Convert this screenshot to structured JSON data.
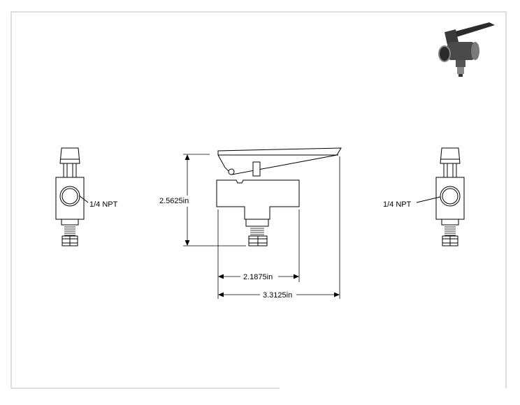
{
  "drawing": {
    "labels": {
      "left_thread": "1/4 NPT",
      "right_thread": "1/4 NPT",
      "height_dim": "2.5625in",
      "inner_width_dim": "2.1875in",
      "overall_width_dim": "3.3125in"
    }
  }
}
